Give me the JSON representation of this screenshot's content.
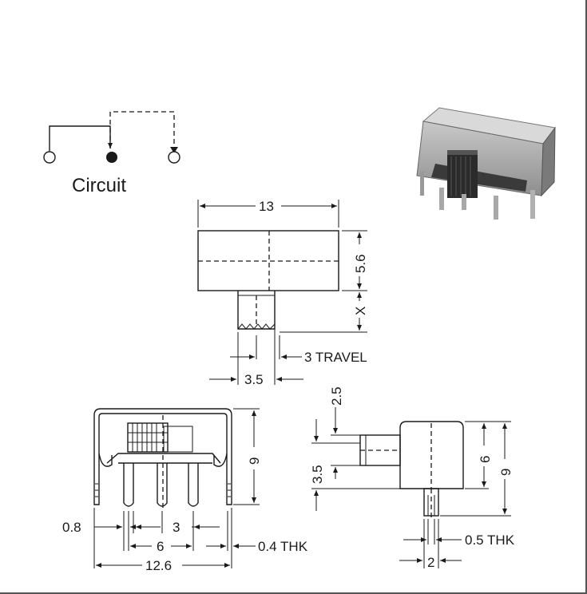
{
  "circuit": {
    "label": "Circuit"
  },
  "dims": {
    "top_width": "13",
    "body_height": "5.6",
    "actuator_height": "X",
    "travel": "3 TRAVEL",
    "actuator_width": "3.5",
    "front_height": "9",
    "pin_width": "0.8",
    "pin_pitch": "3",
    "outer_pin_span": "6",
    "overall_width": "12.6",
    "thickness_front": "0.4 THK",
    "side_actuator_len": "2.5",
    "side_actuator_h": "3.5",
    "side_body_h": "6",
    "side_total_h": "9",
    "thickness_side": "0.5 THK",
    "side_pin_width": "2"
  }
}
